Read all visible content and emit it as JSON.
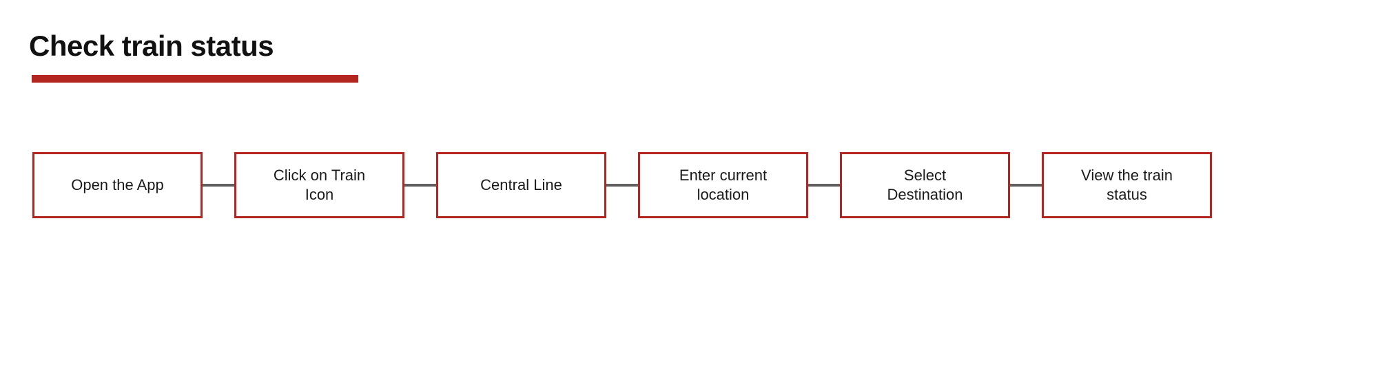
{
  "title": "Check train status",
  "colors": {
    "accent": "#B2261F",
    "connector": "#606060"
  },
  "steps": [
    {
      "id": "open-the-app",
      "lines": [
        "Open the App"
      ]
    },
    {
      "id": "click-on-train-icon",
      "lines": [
        "Click on Train",
        "Icon"
      ]
    },
    {
      "id": "central-line",
      "lines": [
        "Central Line"
      ]
    },
    {
      "id": "enter-current-location",
      "lines": [
        "Enter current",
        "location"
      ]
    },
    {
      "id": "select-destination",
      "lines": [
        "Select",
        "Destination"
      ]
    },
    {
      "id": "view-the-train-status",
      "lines": [
        "View the train",
        "status"
      ]
    }
  ]
}
